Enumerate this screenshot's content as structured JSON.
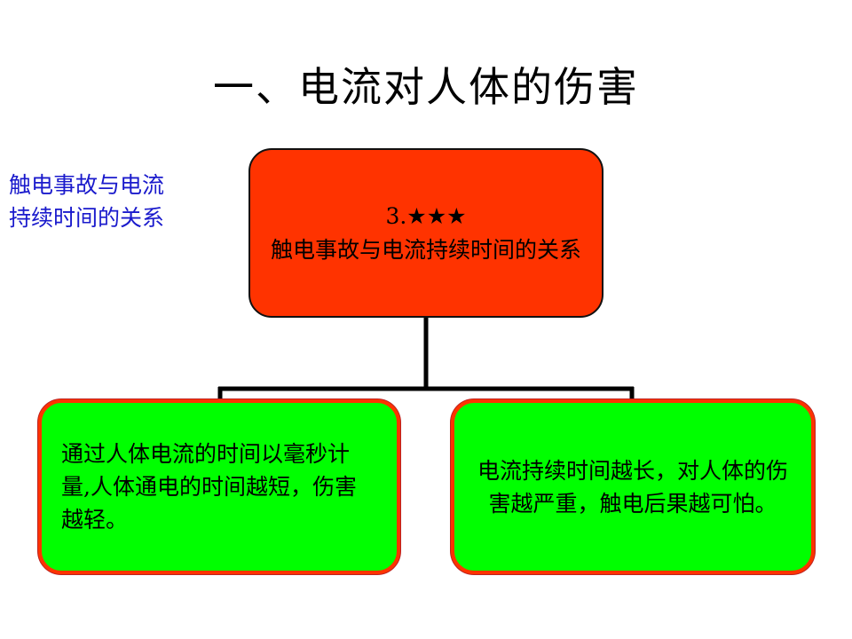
{
  "slide": {
    "title": "一、电流对人体的伤害",
    "side_label": "触电事故与电流\n持续时间的关系"
  },
  "diagram": {
    "root": {
      "number": "3.",
      "stars": "★★★",
      "text": "触电事故与电流持续时间的关系"
    },
    "children": [
      {
        "text": "通过人体电流的时间以毫秒计量,人体通电的时间越短，伤害越轻。"
      },
      {
        "text": "电流持续时间越长，对人体的伤害越严重，触电后果越可怕。"
      }
    ]
  },
  "colors": {
    "root_fill": "#ff3300",
    "child_fill": "#00ff00",
    "child_border": "#ff3300",
    "side_label": "#1a1acc"
  }
}
